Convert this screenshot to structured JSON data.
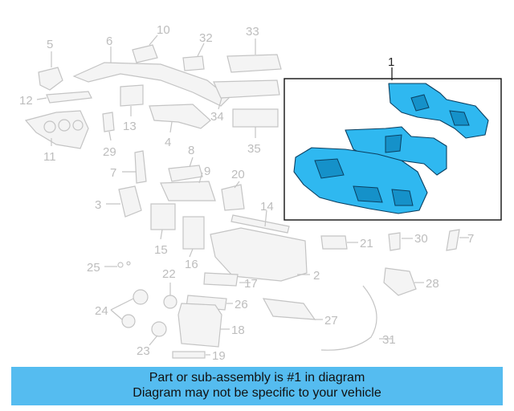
{
  "diagram": {
    "highlight_color": "#2fb8f0",
    "callout_labels": [
      "1",
      "2",
      "3",
      "4",
      "5",
      "6",
      "7",
      "7",
      "8",
      "9",
      "10",
      "11",
      "12",
      "13",
      "14",
      "15",
      "16",
      "17",
      "18",
      "19",
      "20",
      "21",
      "22",
      "23",
      "24",
      "25",
      "26",
      "27",
      "28",
      "29",
      "30",
      "31",
      "32",
      "33",
      "34",
      "35"
    ]
  },
  "banner": {
    "line1": "Part or sub-assembly is #1 in diagram",
    "line2": "Diagram may not be specific to your vehicle",
    "color": "#55bcf0"
  }
}
